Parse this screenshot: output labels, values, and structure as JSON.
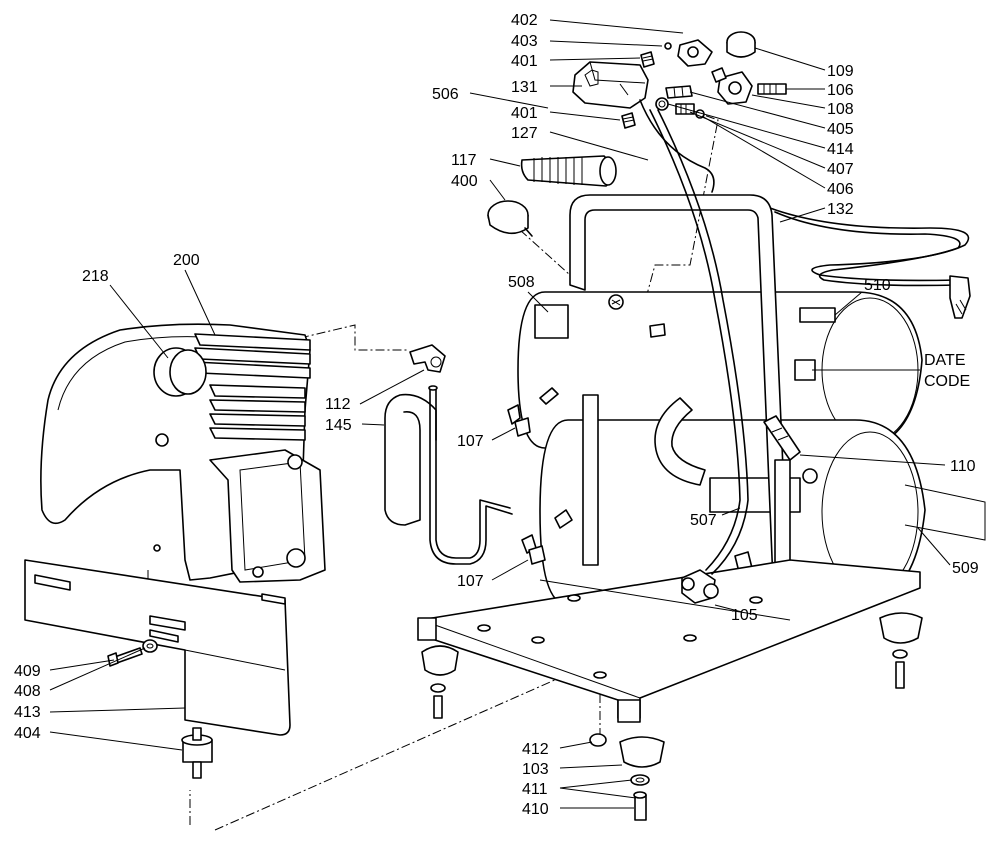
{
  "diagram": {
    "labels": {
      "l402": "402",
      "l403": "403",
      "l401a": "401",
      "l131": "131",
      "l506": "506",
      "l401b": "401",
      "l127": "127",
      "l117": "117",
      "l400": "400",
      "l109": "109",
      "l106": "106",
      "l108": "108",
      "l405": "405",
      "l414": "414",
      "l407": "407",
      "l406": "406",
      "l132": "132",
      "l200": "200",
      "l218": "218",
      "l508": "508",
      "l510": "510",
      "l_date": "DATE",
      "l_code": "CODE",
      "l112": "112",
      "l145": "145",
      "l107a": "107",
      "l110": "110",
      "l507": "507",
      "l509": "509",
      "l107b": "107",
      "l105": "105",
      "l409": "409",
      "l408": "408",
      "l413": "413",
      "l404": "404",
      "l412": "412",
      "l103": "103",
      "l411": "411",
      "l410": "410"
    }
  }
}
